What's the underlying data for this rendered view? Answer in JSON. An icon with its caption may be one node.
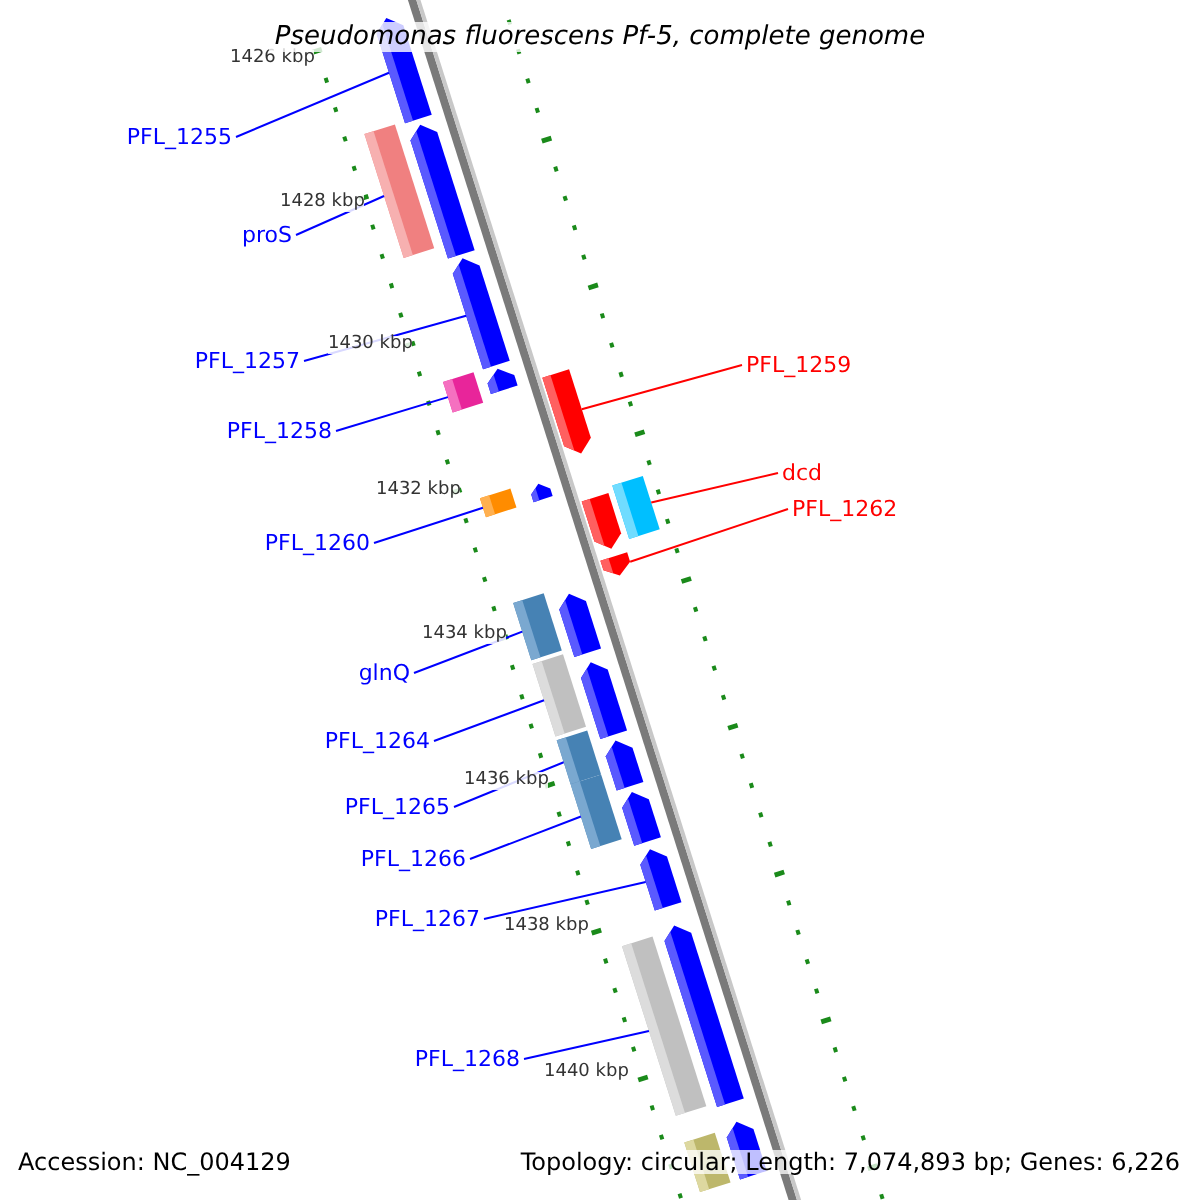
{
  "diagram": {
    "title": "Pseudomonas fluorescens Pf-5, complete genome",
    "nodes": [
      {
        "text": [
          "PFL_1255"
        ]
      },
      {
        "text": [
          "proS"
        ]
      },
      {
        "text": [
          "PFL_1257"
        ]
      },
      {
        "text": [
          "PFL_1258"
        ]
      },
      {
        "text": [
          "PFL_1259"
        ]
      },
      {
        "text": [
          "PFL_1260"
        ]
      },
      {
        "text": [
          "dcd"
        ]
      },
      {
        "text": [
          "PFL_1262"
        ]
      },
      {
        "text": [
          "glnQ"
        ]
      },
      {
        "text": [
          "PFL_1264"
        ]
      },
      {
        "text": [
          "PFL_1265"
        ]
      },
      {
        "text": [
          "PFL_1266"
        ]
      },
      {
        "text": [
          "PFL_1267"
        ]
      },
      {
        "text": [
          "PFL_1268"
        ]
      },
      {
        "text": [],
        "shape": "arrow"
      },
      {
        "text": [],
        "shape": "arrow"
      },
      {
        "text": [],
        "shape": "arrow"
      },
      {
        "text": [],
        "shape": "arrow"
      },
      {
        "text": [],
        "shape": "arrow"
      },
      {
        "text": [],
        "shape": "arrow"
      },
      {
        "text": [],
        "shape": "arrow"
      },
      {
        "text": [],
        "shape": "arrow"
      },
      {
        "text": [],
        "shape": "arrow"
      },
      {
        "text": [],
        "shape": "arrow"
      },
      {
        "text": [],
        "shape": "arrow"
      },
      {
        "text": [],
        "shape": "arrow"
      },
      {
        "text": [],
        "shape": "arrow"
      },
      {
        "text": [],
        "shape": "arrow"
      },
      {
        "text": [],
        "shape": "arrow"
      },
      {
        "text": [],
        "shape": "arrow"
      },
      {
        "text": [],
        "shape": "arrow"
      },
      {
        "text": [],
        "shape": "arrow"
      },
      {
        "text": [],
        "shape": "arrow"
      },
      {
        "text": [],
        "shape": "arrow"
      },
      {
        "text": [],
        "shape": "arrow"
      },
      {
        "text": [],
        "shape": "arrow"
      },
      {
        "text": [],
        "shape": "arrow"
      },
      {
        "text": [],
        "shape": "arrow"
      },
      {
        "text": [],
        "shape": "arrow"
      }
    ],
    "edges": [
      {
        "from": 0,
        "to": 14,
        "arrow": "none"
      },
      {
        "from": 1,
        "to": 15,
        "arrow": "none"
      },
      {
        "from": 2,
        "to": 17,
        "arrow": "none"
      },
      {
        "from": 3,
        "to": 19,
        "arrow": "none"
      },
      {
        "from": 4,
        "to": 20,
        "arrow": "none",
        "color": "#ff0000"
      },
      {
        "from": 5,
        "to": 21,
        "arrow": "none"
      },
      {
        "from": 6,
        "to": 24,
        "arrow": "none",
        "color": "#ff0000"
      },
      {
        "from": 7,
        "to": 25,
        "arrow": "none",
        "color": "#ff0000"
      },
      {
        "from": 8,
        "to": 26,
        "arrow": "none"
      },
      {
        "from": 9,
        "to": 28,
        "arrow": "none"
      },
      {
        "from": 10,
        "to": 30,
        "arrow": "none"
      },
      {
        "from": 11,
        "to": 32,
        "arrow": "none"
      },
      {
        "from": 12,
        "to": 34,
        "arrow": "none"
      },
      {
        "from": 13,
        "to": 35,
        "arrow": "none"
      }
    ],
    "labels": [
      "1426 kbp",
      "1428 kbp",
      "1430 kbp",
      "1432 kbp",
      "1434 kbp",
      "1436 kbp",
      "1438 kbp",
      "1440 kbp",
      "Accession: NC_004129",
      "Topology: circular; Length: 7,074,893 bp; Genes: 6,226"
    ]
  }
}
